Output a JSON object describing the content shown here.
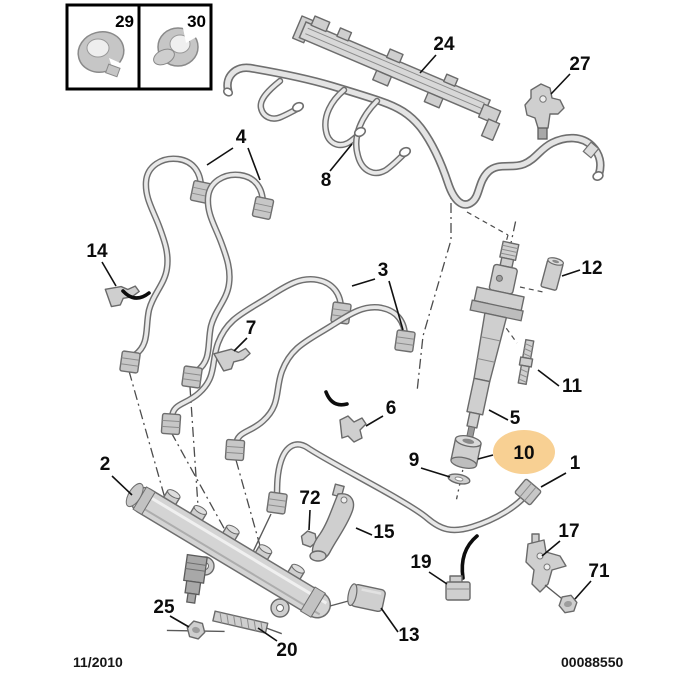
{
  "footer": {
    "date": "11/2010",
    "doc_number": "00088550"
  },
  "inset": {
    "items": [
      {
        "label": "29"
      },
      {
        "label": "30"
      }
    ]
  },
  "highlight": {
    "color": "#F8D093",
    "text_color": "#4a3a00"
  },
  "callouts": {
    "c1": "1",
    "c2": "2",
    "c3": "3",
    "c4": "4",
    "c5": "5",
    "c6": "6",
    "c7": "7",
    "c8": "8",
    "c9": "9",
    "c10": "10",
    "c11": "11",
    "c12": "12",
    "c13": "13",
    "c14": "14",
    "c15": "15",
    "c17": "17",
    "c19": "19",
    "c20": "20",
    "c24": "24",
    "c25": "25",
    "c27": "27",
    "c71": "71",
    "c72": "72"
  }
}
